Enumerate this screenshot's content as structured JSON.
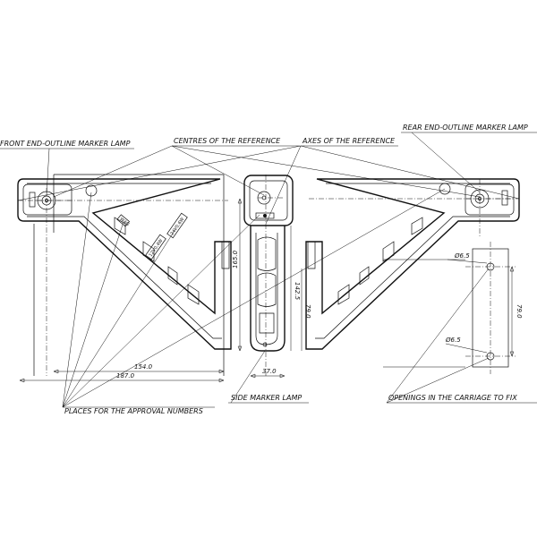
{
  "labels": {
    "front_lamp": "FRONT END-OUTLINE MARKER LAMP",
    "centres": "CENTRES OF THE REFERENCE",
    "axes": "AXES OF THE REFERENCE",
    "rear_lamp": "REAR END-OUTLINE MARKER LAMP",
    "side_lamp": "SIDE MARKER LAMP",
    "places": "PLACES FOR THE APPROVAL NUMBERS",
    "openings": "OPENINGS IN THE CARRIAGE TO FIX"
  },
  "dimensions": {
    "w154": "154.0",
    "w187": "187.0",
    "h165": "165.0",
    "h142": "142.5",
    "h79_side": "79.0",
    "w37": "37.0",
    "h79_holes": "79.0",
    "hole_top": "Ø6.5",
    "hole_bottom": "Ø6.5"
  },
  "markings": {
    "w4": "W4G",
    "v24_1": "24V0.6W",
    "v12": "12V0.4W"
  }
}
